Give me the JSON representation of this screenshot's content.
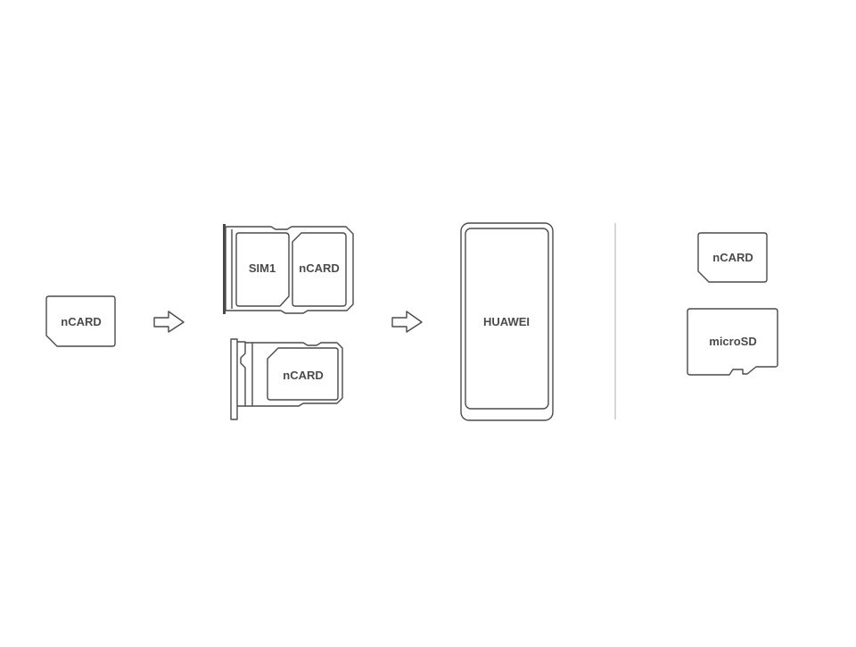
{
  "single_card": {
    "label": "nCARD"
  },
  "dual_tray": {
    "slot1_label": "SIM1",
    "slot2_label": "nCARD"
  },
  "single_tray": {
    "slot_label": "nCARD"
  },
  "phone": {
    "brand_label": "HUAWEI"
  },
  "compatibility": {
    "ncard_label": "nCARD",
    "microsd_label": "microSD"
  },
  "colors": {
    "line": "#4a4a4a",
    "divider": "#c4c4c4",
    "background": "#ffffff"
  }
}
